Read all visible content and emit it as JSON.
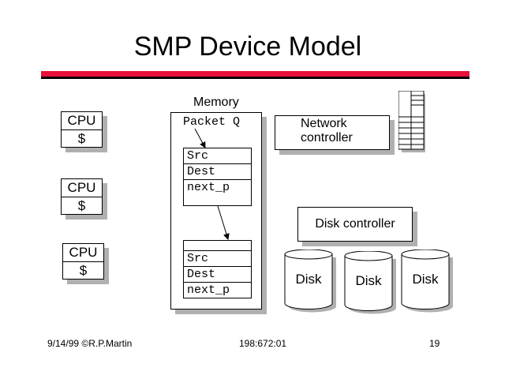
{
  "slide": {
    "title": "SMP Device Model",
    "accent_color": "#e8103c",
    "shadow_color": "#b0b0b0"
  },
  "cpus": [
    {
      "top": "CPU",
      "bottom": "$"
    },
    {
      "top": "CPU",
      "bottom": "$"
    },
    {
      "top": "CPU",
      "bottom": "$"
    }
  ],
  "memory": {
    "label": "Memory",
    "queue_label": "Packet Q",
    "packets": [
      {
        "fields": [
          "Src",
          "Dest",
          "next_p"
        ]
      },
      {
        "fields": [
          "Src",
          "Dest",
          "next_p"
        ]
      }
    ]
  },
  "network_controller": {
    "line1": "Network",
    "line2": "controller"
  },
  "disk_controller": {
    "label": "Disk controller"
  },
  "disks": [
    "Disk",
    "Disk",
    "Disk"
  ],
  "footer": {
    "left": "9/14/99 ©R.P.Martin",
    "center": "198:672:01",
    "right": "19"
  }
}
